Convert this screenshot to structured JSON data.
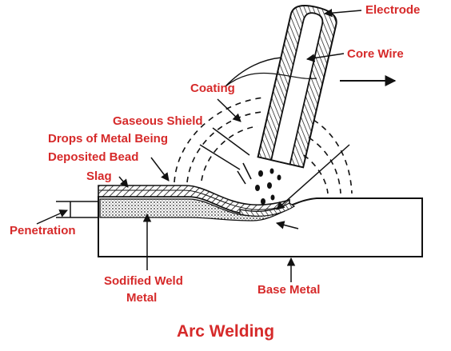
{
  "labels": {
    "electrode": "Electrode",
    "core_wire": "Core Wire",
    "coating": "Coating",
    "gaseous_shield": "Gaseous Shield",
    "drops_line1": "Drops of Metal Being",
    "drops_line2": "Deposited Bead",
    "slag": "Slag",
    "penetration": "Penetration",
    "solidified_line1": "Sodified Weld",
    "solidified_line2": "Metal",
    "base_metal": "Base Metal"
  },
  "title": "Arc Welding",
  "colors": {
    "label": "#d62a2a",
    "line": "#111111",
    "background": "#ffffff"
  }
}
